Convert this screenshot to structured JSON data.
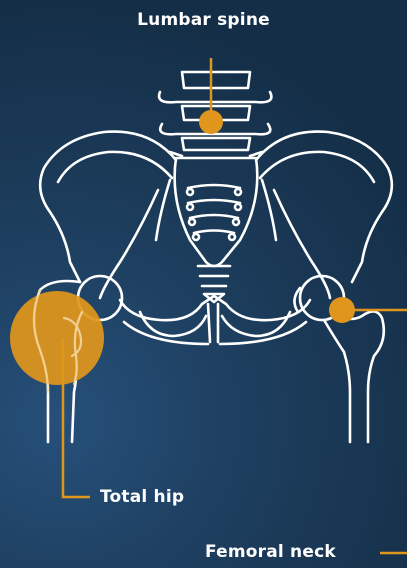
{
  "labels": {
    "lumbar_spine": "Lumbar spine",
    "total_hip": "Total hip",
    "femoral_neck": "Femoral neck"
  },
  "colors": {
    "accent": "#E0961C",
    "line": "#FFFFFF"
  }
}
